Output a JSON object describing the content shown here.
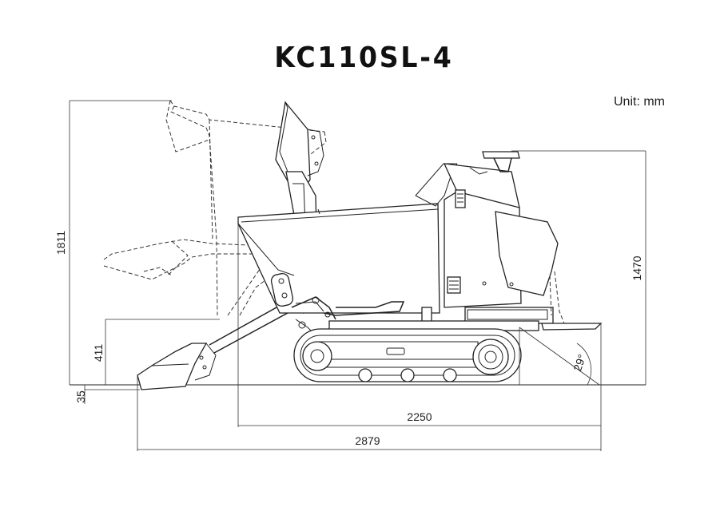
{
  "title": "KC110SL-4",
  "unit_label": "Unit: mm",
  "dimensions": {
    "max_height": "1811",
    "overall_height": "1470",
    "dump_height": "411",
    "ground_offset": "35",
    "track_length": "2250",
    "overall_length": "2879",
    "angle": "29°"
  }
}
